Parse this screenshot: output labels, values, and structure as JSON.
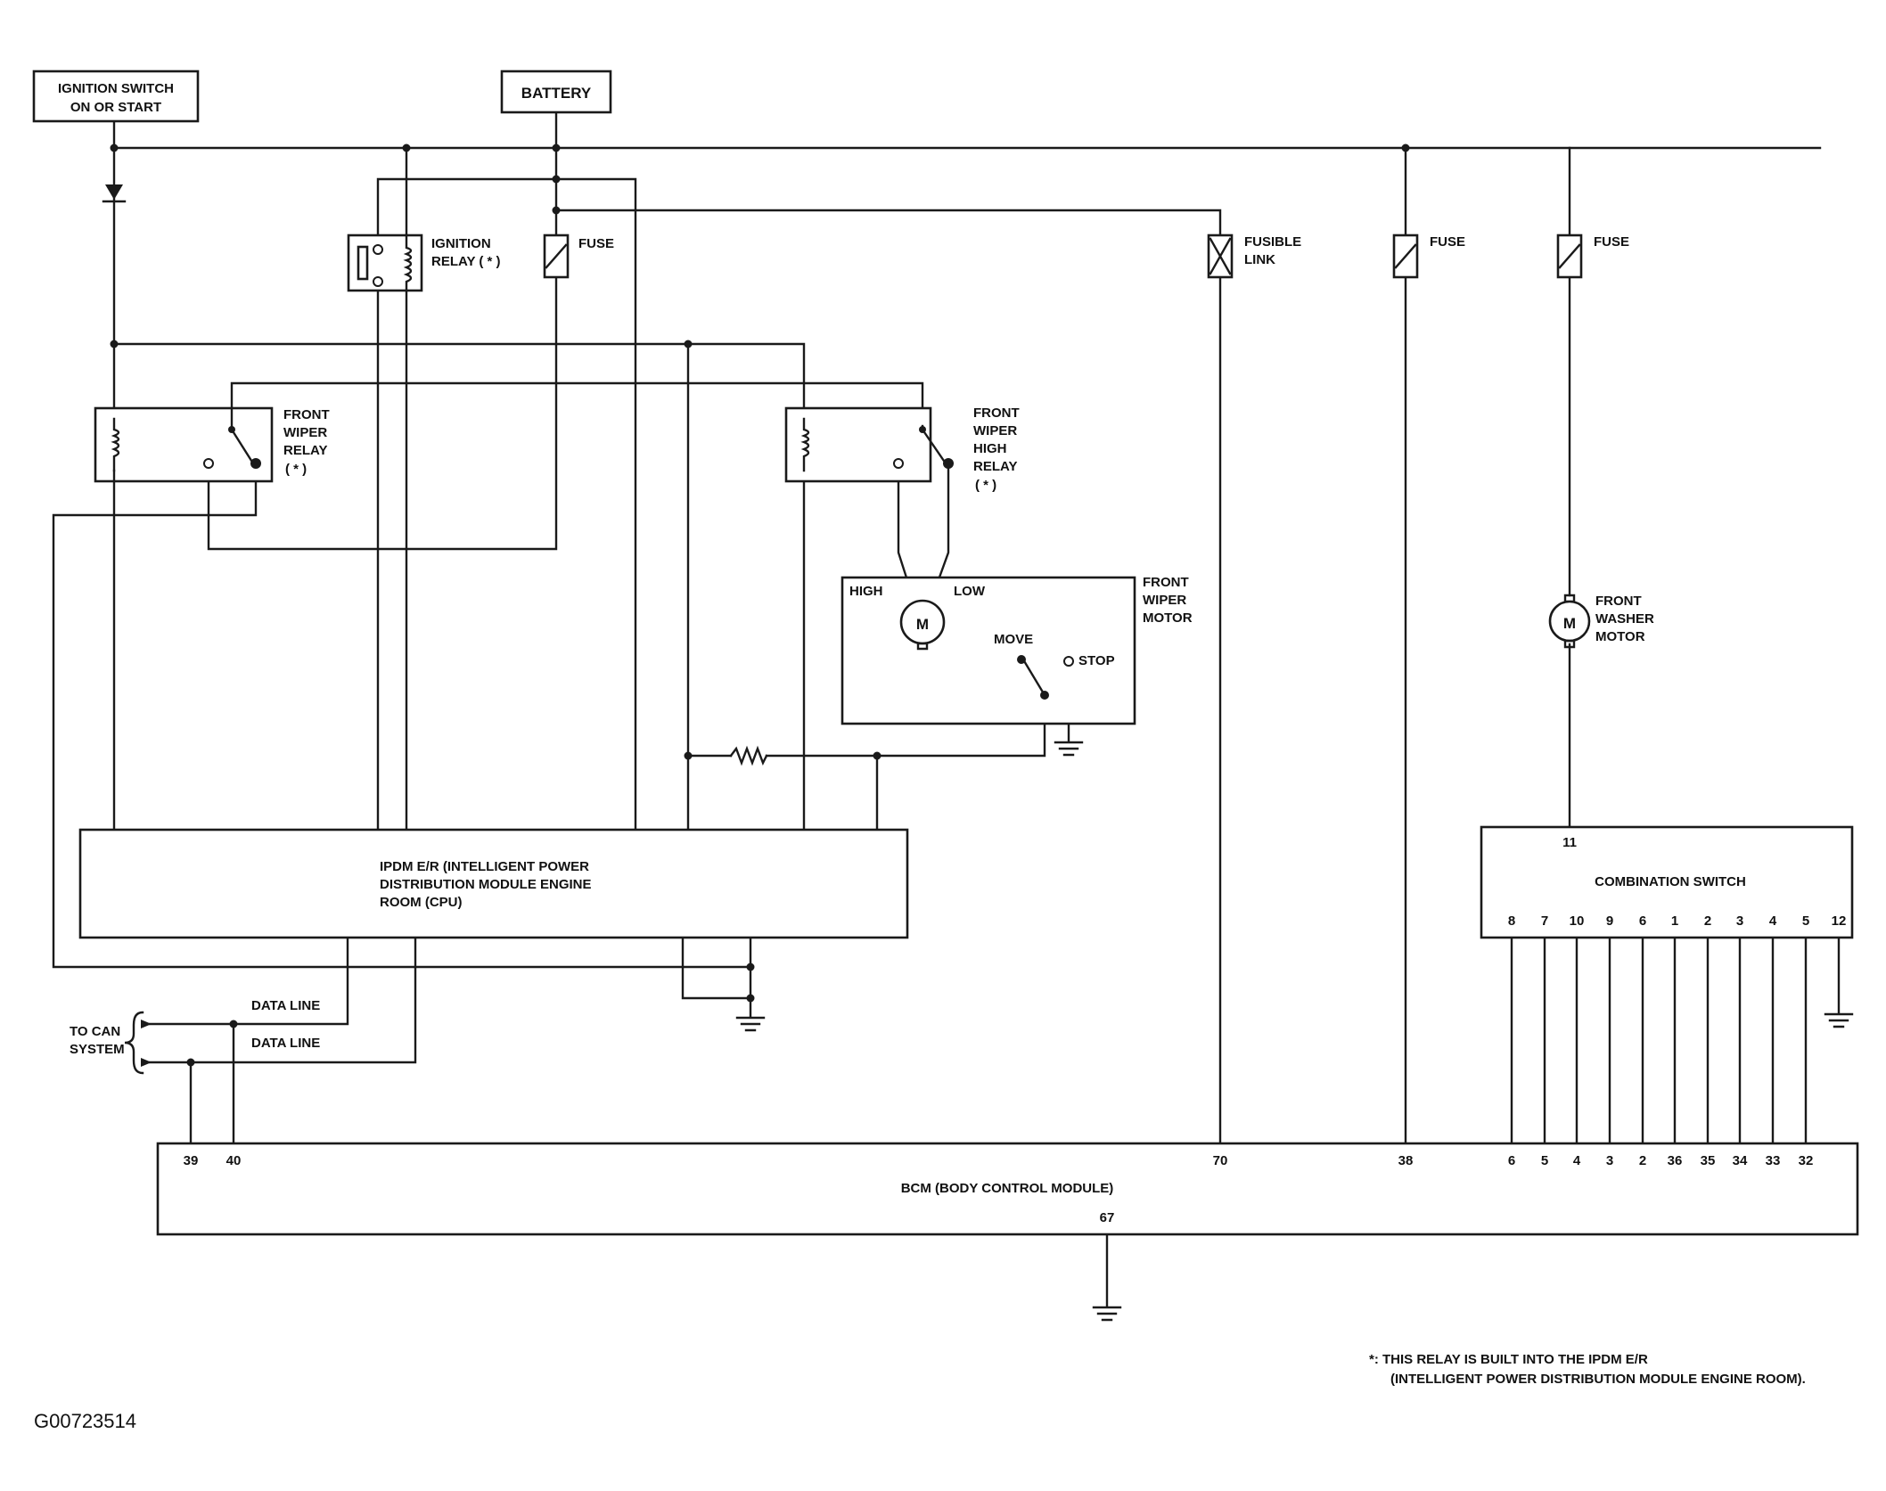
{
  "labels": {
    "ignition_switch_1": "IGNITION SWITCH",
    "ignition_switch_2": "ON OR START",
    "battery": "BATTERY",
    "ignition_relay_1": "IGNITION",
    "ignition_relay_2": "RELAY ( * )",
    "fuse": "FUSE",
    "fusible_link_1": "FUSIBLE",
    "fusible_link_2": "LINK",
    "front_wiper_relay": [
      "FRONT",
      "WIPER",
      "RELAY",
      "( * )"
    ],
    "front_wiper_high_relay": [
      "FRONT",
      "WIPER",
      "HIGH",
      "RELAY",
      "( * )"
    ],
    "front_wiper_motor": [
      "FRONT",
      "WIPER",
      "MOTOR"
    ],
    "motor_high": "HIGH",
    "motor_low": "LOW",
    "motor_move": "MOVE",
    "motor_stop": "STOP",
    "motor_symbol": "M",
    "front_washer_motor": [
      "FRONT",
      "WASHER",
      "MOTOR"
    ],
    "ipdm": [
      "IPDM E/R (INTELLIGENT POWER",
      "DISTRIBUTION MODULE ENGINE",
      "ROOM (CPU)"
    ],
    "data_line_1": "DATA LINE",
    "data_line_2": "DATA LINE",
    "to_can_1": "TO CAN",
    "to_can_2": "SYSTEM",
    "combination_switch": "COMBINATION SWITCH",
    "combination_pin_top": "11",
    "combination_pins": [
      "8",
      "7",
      "10",
      "9",
      "6",
      "1",
      "2",
      "3",
      "4",
      "5",
      "12"
    ],
    "bcm": "BCM (BODY CONTROL MODULE)",
    "bcm_pins_left": [
      "39",
      "40"
    ],
    "bcm_pin_70": "70",
    "bcm_pin_38": "38",
    "bcm_pins_right": [
      "6",
      "5",
      "4",
      "3",
      "2",
      "36",
      "35",
      "34",
      "33",
      "32"
    ],
    "bcm_pin_67": "67",
    "footnote_1": "*: THIS RELAY IS BUILT INTO THE IPDM E/R",
    "footnote_2": "(INTELLIGENT POWER DISTRIBUTION MODULE ENGINE ROOM).",
    "image_code": "G00723514"
  }
}
